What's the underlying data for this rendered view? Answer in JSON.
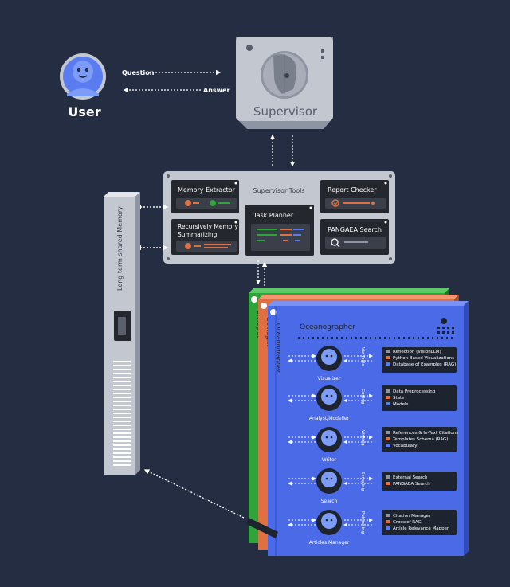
{
  "user": {
    "label": "User"
  },
  "arrows": {
    "question": "Question",
    "answer": "Answer"
  },
  "supervisor": {
    "label": "Supervisor"
  },
  "supervisor_tools": {
    "title": "Supervisor Tools",
    "memory_extractor": "Memory Extractor",
    "recursive_memory": [
      "Recursively Memory",
      "Summarizing"
    ],
    "task_planner": "Task Planner",
    "report_checker": "Report Checker",
    "pangaea_search": "PANGAEA Search"
  },
  "memory": {
    "label": "Long term shared Memory"
  },
  "agent_stack": {
    "layers": [
      "Biologist",
      "Geologist",
      "Oceanographer"
    ],
    "layer_colors": [
      "#2fa43b",
      "#e07042",
      "#4a6ae8"
    ],
    "title": "Oceanographer"
  },
  "agents": [
    {
      "name": "Visualizer",
      "category": "Viz Tools",
      "tools": [
        "Reflection (VisionLLM)",
        "Python-Based Visualizations",
        "Database of Examples (RAG)"
      ]
    },
    {
      "name": "Analyst/Modeller",
      "category": "Coding",
      "tools": [
        "Data Preprocessing",
        "Stats",
        "Models"
      ]
    },
    {
      "name": "Writer",
      "category": "Writing",
      "tools": [
        "References & In-Text Citations",
        "Templates Schema (RAG)",
        "Vocabulary"
      ]
    },
    {
      "name": "Search",
      "category": "Scraping",
      "tools": [
        "External Search",
        "PANGAEA Search"
      ]
    },
    {
      "name": "Articles Manager",
      "category": "Publishing",
      "tools": [
        "Citation Manager",
        "Crossref RAG",
        "Article Relevance Mapper"
      ]
    }
  ],
  "colors": {
    "background": "#252d43",
    "panel": "#c3c7d0",
    "ocean": "#4a6ae8",
    "dark": "#24282e",
    "accent_orange": "#e07042",
    "accent_green": "#2fa43b"
  }
}
